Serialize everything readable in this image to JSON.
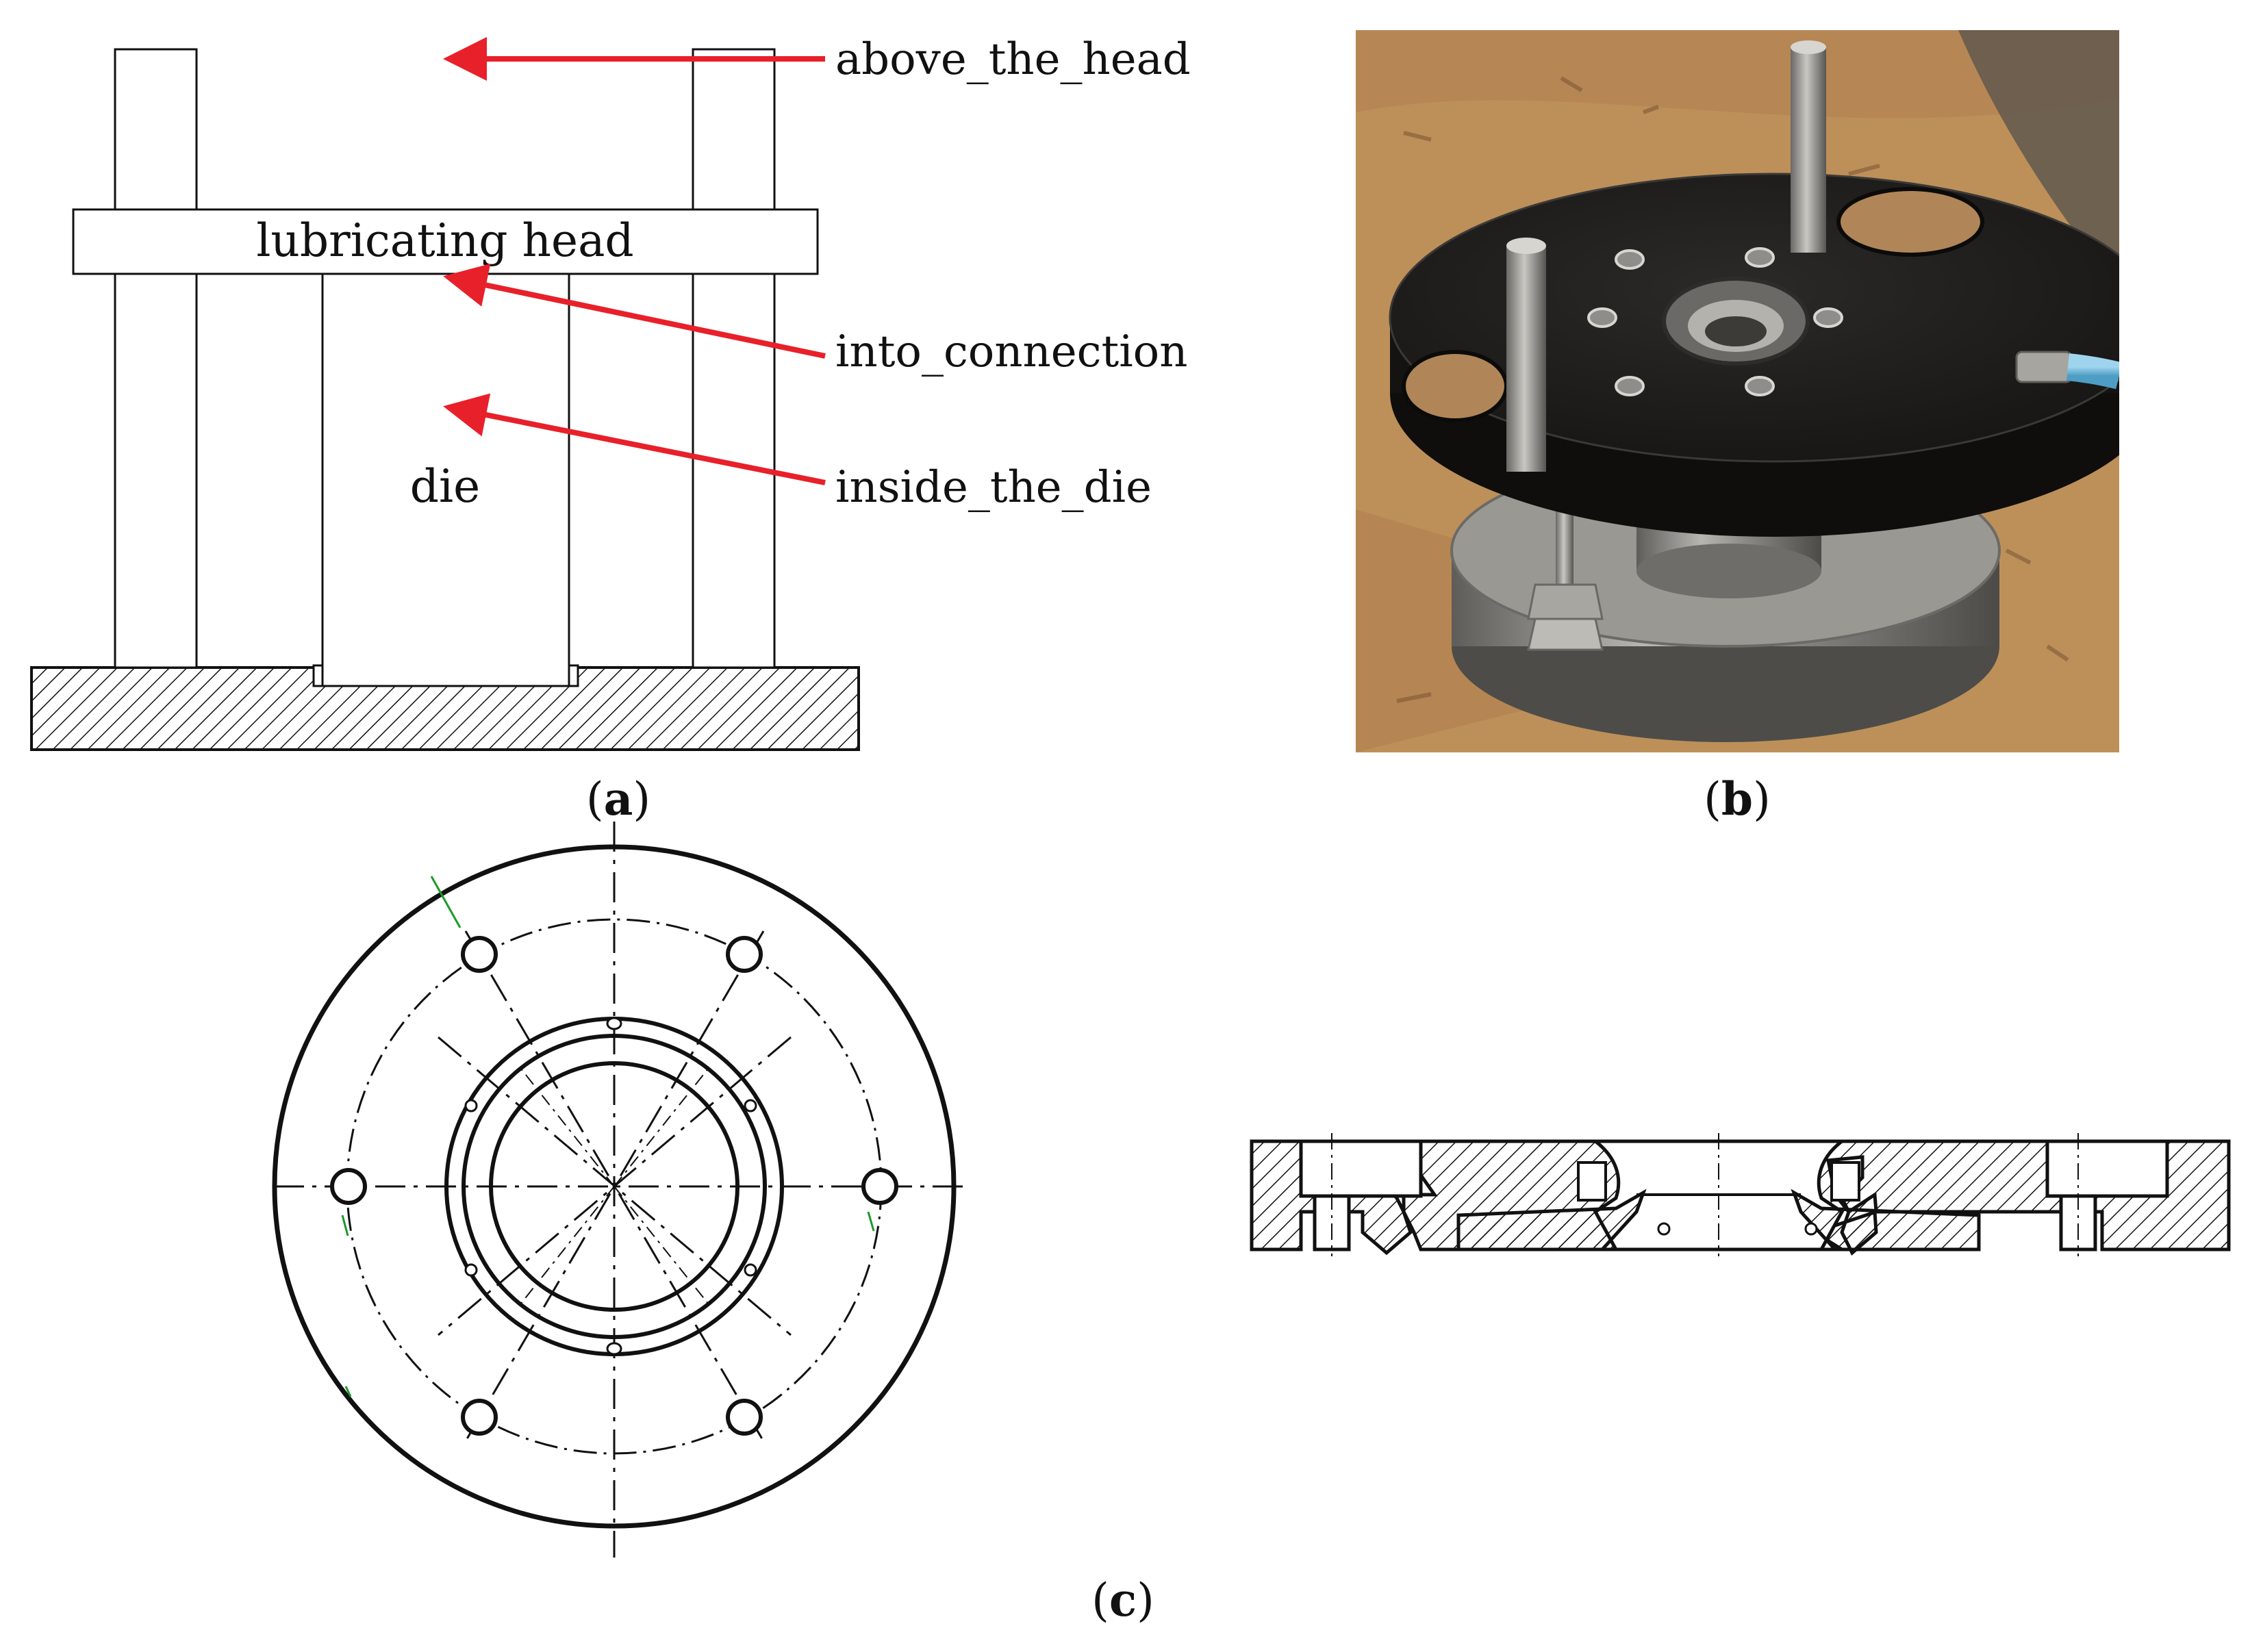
{
  "panel_a": {
    "labels": {
      "lubricating_head": "lubricating head",
      "die": "die",
      "above_the_head": "above_the_head",
      "into_connection": "into_connection",
      "inside_the_die": "inside_the_die"
    },
    "caption": {
      "open": "(",
      "letter": "a",
      "close": ")"
    }
  },
  "panel_b": {
    "caption": {
      "open": "(",
      "letter": "b",
      "close": ")"
    }
  },
  "panel_c": {
    "caption": {
      "open": "(",
      "letter": "c",
      "close": ")"
    }
  },
  "colors": {
    "arrow": "#e8202a",
    "line": "#111111",
    "green_mark": "#1c9a2a",
    "cardboard": "#b98a55",
    "plate": "#1e1d1c",
    "steel": "#8e8c88"
  }
}
